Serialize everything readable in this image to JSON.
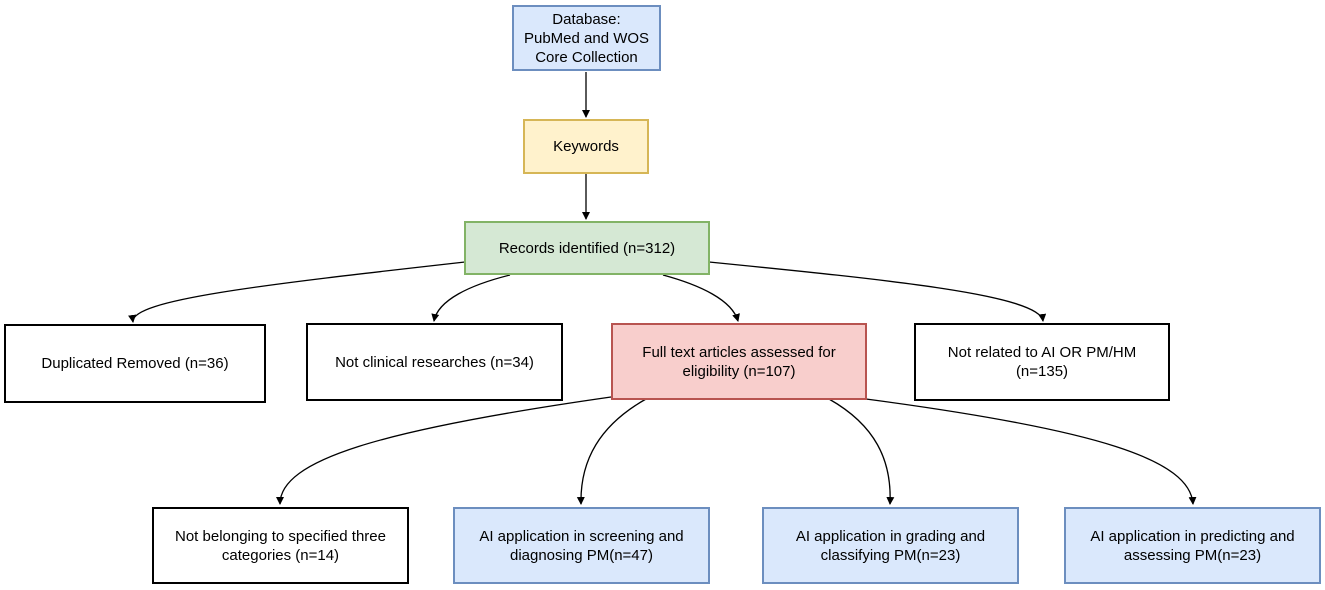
{
  "nodes": {
    "database": "Database:\nPubMed and WOS\nCore Collection",
    "keywords": "Keywords",
    "records": "Records identified (n=312)",
    "duplicated": "Duplicated Removed (n=36)",
    "not_clinical": "Not clinical researches (n=34)",
    "full_text": "Full text articles assessed for\neligibility (n=107)",
    "not_related": "Not related to AI OR PM/HM\n(n=135)",
    "not_belonging": "Not belonging to specified three\ncategories (n=14)",
    "screening": "AI application in screening and\ndiagnosing PM(n=47)",
    "grading": "AI application in grading and\nclassifying PM(n=23)",
    "predicting": "AI application in predicting and\nassessing PM(n=23)"
  },
  "colors": {
    "database_fill": "#dae8fc",
    "keywords_fill": "#fff2cc",
    "records_fill": "#d5e8d4",
    "full_text_fill": "#f8cecc",
    "category_fill": "#dae8fc",
    "excluded_fill": "#ffffff"
  },
  "edges": [
    [
      "database",
      "keywords"
    ],
    [
      "keywords",
      "records"
    ],
    [
      "records",
      "duplicated"
    ],
    [
      "records",
      "not_clinical"
    ],
    [
      "records",
      "full_text"
    ],
    [
      "records",
      "not_related"
    ],
    [
      "full_text",
      "not_belonging"
    ],
    [
      "full_text",
      "screening"
    ],
    [
      "full_text",
      "grading"
    ],
    [
      "full_text",
      "predicting"
    ]
  ]
}
